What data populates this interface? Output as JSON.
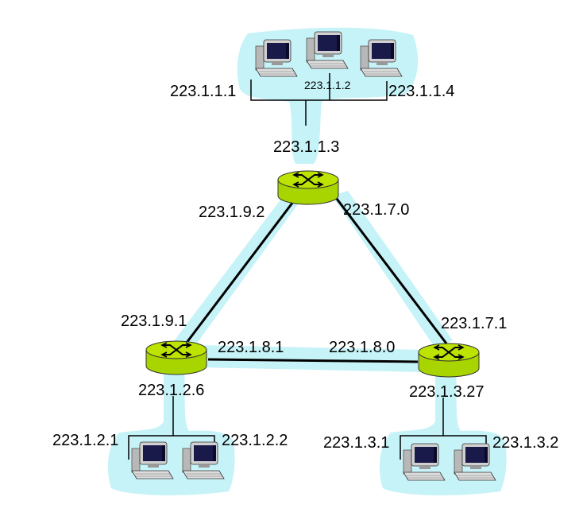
{
  "subnets": {
    "top": {
      "host_left": "223.1.1.1",
      "host_middle": "223.1.1.2",
      "host_right": "223.1.1.4",
      "router_interface": "223.1.1.3"
    },
    "bottom_left": {
      "host_left": "223.1.2.1",
      "host_right": "223.1.2.2",
      "router_interface": "223.1.2.6"
    },
    "bottom_right": {
      "host_left": "223.1.3.1",
      "host_right": "223.1.3.2",
      "router_interface": "223.1.3.27"
    }
  },
  "links": {
    "top_left": {
      "top_end": "223.1.9.2",
      "bottom_end": "223.1.9.1"
    },
    "top_right": {
      "top_end": "223.1.7.0",
      "bottom_end": "223.1.7.1"
    },
    "bottom": {
      "left_end": "223.1.8.1",
      "right_end": "223.1.8.0"
    }
  },
  "colors": {
    "subnet_highlight": "#c6f3f8",
    "router_body": "#a8d400",
    "router_top": "#bde300",
    "link_line": "#000000"
  },
  "icons": {
    "router": "router-icon",
    "host": "desktop-computer-icon"
  }
}
